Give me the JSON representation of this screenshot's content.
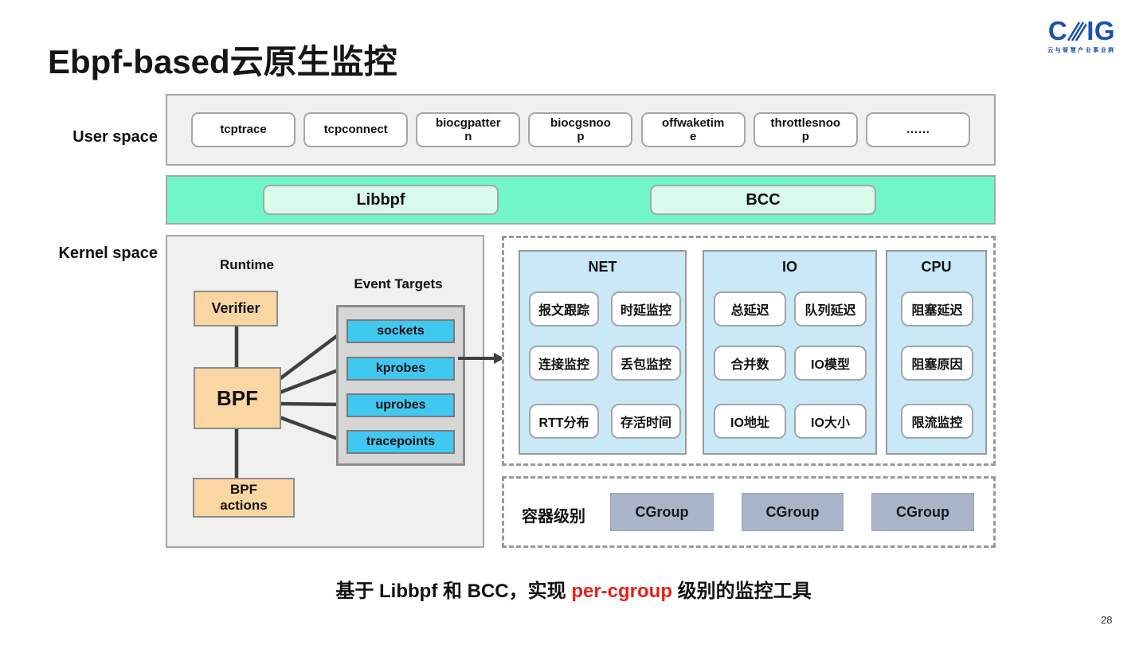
{
  "slide": {
    "title": "Ebpf-based云原生监控",
    "page_number": "28"
  },
  "logo": {
    "c": "C",
    "ig": "IG",
    "subtext": "云与智慧产业事业群"
  },
  "labels": {
    "user_space": "User space",
    "kernel_space": "Kernel space"
  },
  "user_space_tools": [
    "tcptrace",
    "tcpconnect",
    "biocgpatter\nn",
    "biocgsnoo\np",
    "offwaketim\ne",
    "throttlesnoo\np",
    "……"
  ],
  "middleware": {
    "items": [
      "Libbpf",
      "BCC"
    ]
  },
  "kernel": {
    "runtime_label": "Runtime",
    "event_targets_label": "Event Targets",
    "verifier": "Verifier",
    "bpf": "BPF",
    "bpf_actions": "BPF\nactions",
    "event_targets": [
      "sockets",
      "kprobes",
      "uprobes",
      "tracepoints"
    ]
  },
  "monitors": {
    "groups": [
      {
        "title": "NET",
        "items": [
          "报文跟踪",
          "时延监控",
          "连接监控",
          "丢包监控",
          "RTT分布",
          "存活时间"
        ]
      },
      {
        "title": "IO",
        "items": [
          "总延迟",
          "队列延迟",
          "合并数",
          "IO模型",
          "IO地址",
          "IO大小"
        ]
      },
      {
        "title": "CPU",
        "items": [
          "阻塞延迟",
          "阻塞原因",
          "限流监控"
        ]
      }
    ]
  },
  "cgroup_row": {
    "label": "容器级别",
    "boxes": [
      "CGroup",
      "CGroup",
      "CGroup"
    ]
  },
  "caption": {
    "prefix": "基于 Libbpf 和 BCC，实现 ",
    "highlight": "per-cgroup",
    "suffix": " 级别的监控工具"
  },
  "colors": {
    "accent_green": "#70F6C9",
    "accent_green_light": "#DAFBEC",
    "accent_cyan": "#41C8F0",
    "accent_orange": "#FAD7A2",
    "panel_blue": "#C9E8F8",
    "panel_gray": "#F0F0F0",
    "cgroup_gray_blue": "#A9B4C9",
    "highlight_red": "#E8201A",
    "logo_blue": "#1C52AE"
  }
}
